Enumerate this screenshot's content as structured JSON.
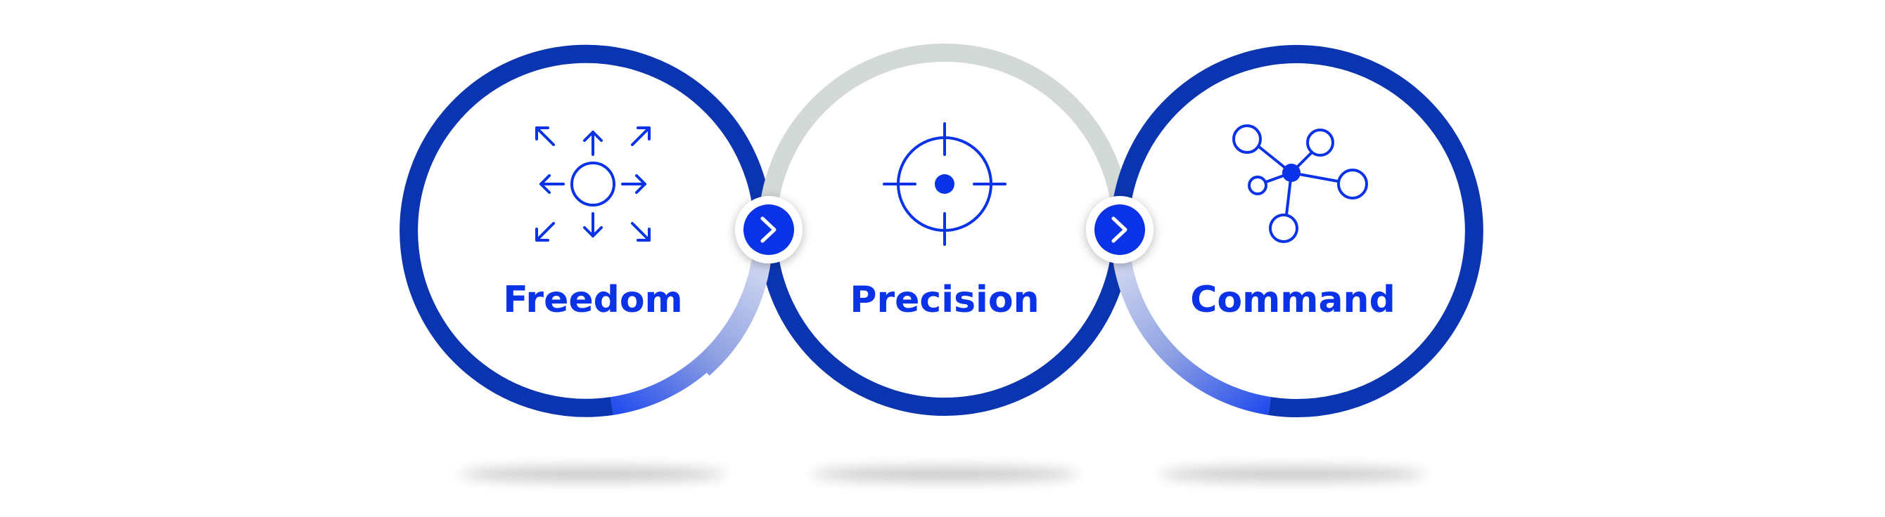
{
  "steps": [
    {
      "label": "Freedom",
      "icon": "expand-arrows-icon"
    },
    {
      "label": "Precision",
      "icon": "crosshair-target-icon"
    },
    {
      "label": "Command",
      "icon": "network-nodes-icon"
    }
  ],
  "connectors": [
    {
      "icon": "chevron-right-icon"
    },
    {
      "icon": "chevron-right-icon"
    }
  ],
  "colors": {
    "primary": "#0a33e8",
    "ring_dark": "#0b35b0",
    "ring_gray": "#d3d9d6",
    "background": "#ffffff"
  }
}
